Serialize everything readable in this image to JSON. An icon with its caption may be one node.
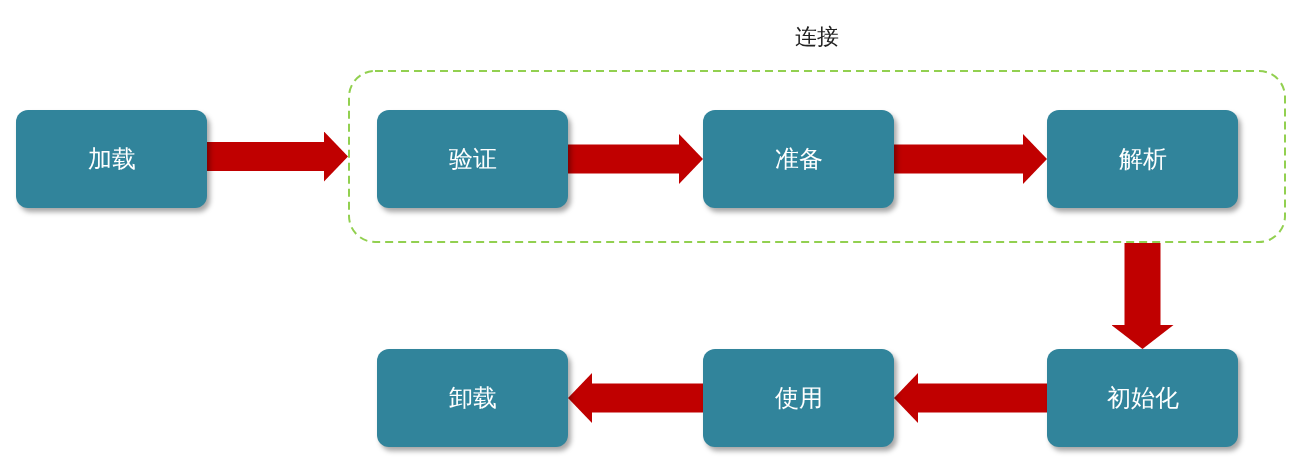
{
  "diagram": {
    "nodes": [
      {
        "text": [
          "加载"
        ]
      },
      {
        "text": [
          "连接"
        ]
      },
      {
        "text": [
          "验证"
        ],
        "in": 1
      },
      {
        "text": [
          "准备"
        ],
        "in": 1
      },
      {
        "text": [
          "解析"
        ],
        "in": 1
      },
      {
        "text": [
          "初始化"
        ]
      },
      {
        "text": [
          "使用"
        ]
      },
      {
        "text": [
          "卸载"
        ]
      }
    ],
    "edges": [
      {
        "from": 0,
        "to": 1,
        "arrow": "to"
      },
      {
        "from": 2,
        "to": 3,
        "arrow": "to"
      },
      {
        "from": 3,
        "to": 4,
        "arrow": "to"
      },
      {
        "from": 1,
        "to": 5,
        "arrow": "to"
      },
      {
        "from": 5,
        "to": 6,
        "arrow": "to"
      },
      {
        "from": 6,
        "to": 7,
        "arrow": "to"
      }
    ]
  }
}
